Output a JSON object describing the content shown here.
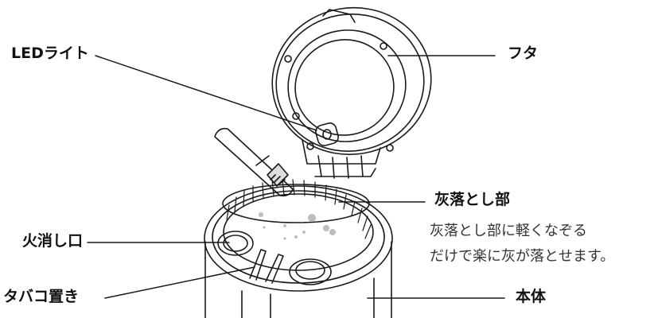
{
  "labels": {
    "led_light": "LEDライト",
    "lid": "フタ",
    "ash_drop": "灰落とし部",
    "ash_drop_desc_1": "灰落とし部に軽くなぞる",
    "ash_drop_desc_2": "だけで楽に灰が落とせます。",
    "extinguisher": "火消し口",
    "cigarette_rest": "タバコ置き",
    "body": "本体"
  },
  "colors": {
    "line": "#1a1a1a",
    "ash_dots": "#bdbdbd",
    "text": "#111111"
  },
  "icons": [
    "cigarette-icon"
  ]
}
